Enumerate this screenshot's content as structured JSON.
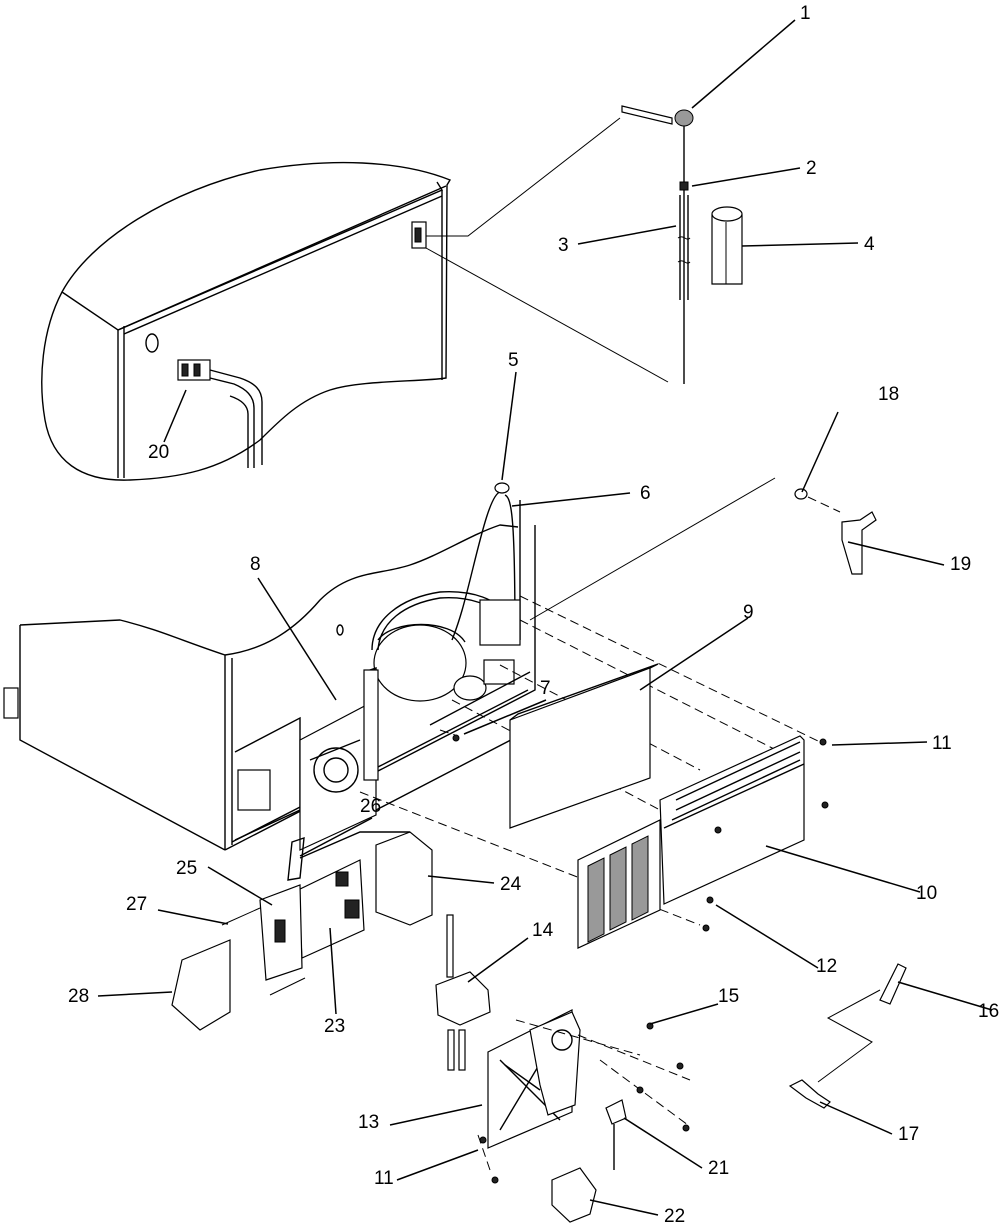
{
  "callouts": [
    {
      "id": "c1",
      "label": "1"
    },
    {
      "id": "c2",
      "label": "2"
    },
    {
      "id": "c3",
      "label": "3"
    },
    {
      "id": "c4",
      "label": "4"
    },
    {
      "id": "c5",
      "label": "5"
    },
    {
      "id": "c6",
      "label": "6"
    },
    {
      "id": "c7",
      "label": "7"
    },
    {
      "id": "c8",
      "label": "8"
    },
    {
      "id": "c9",
      "label": "9"
    },
    {
      "id": "c10",
      "label": "10"
    },
    {
      "id": "c11a",
      "label": "11"
    },
    {
      "id": "c11b",
      "label": "11"
    },
    {
      "id": "c12",
      "label": "12"
    },
    {
      "id": "c13",
      "label": "13"
    },
    {
      "id": "c14",
      "label": "14"
    },
    {
      "id": "c15",
      "label": "15"
    },
    {
      "id": "c16",
      "label": "16"
    },
    {
      "id": "c17",
      "label": "17"
    },
    {
      "id": "c18",
      "label": "18"
    },
    {
      "id": "c19",
      "label": "19"
    },
    {
      "id": "c20",
      "label": "20"
    },
    {
      "id": "c21",
      "label": "21"
    },
    {
      "id": "c22",
      "label": "22"
    },
    {
      "id": "c23",
      "label": "23"
    },
    {
      "id": "c24",
      "label": "24"
    },
    {
      "id": "c25",
      "label": "25"
    },
    {
      "id": "c26",
      "label": "26"
    },
    {
      "id": "c27",
      "label": "27"
    },
    {
      "id": "c28",
      "label": "28"
    }
  ],
  "colors": {
    "line": "#000000",
    "background": "#ffffff",
    "shade": "#222222"
  }
}
